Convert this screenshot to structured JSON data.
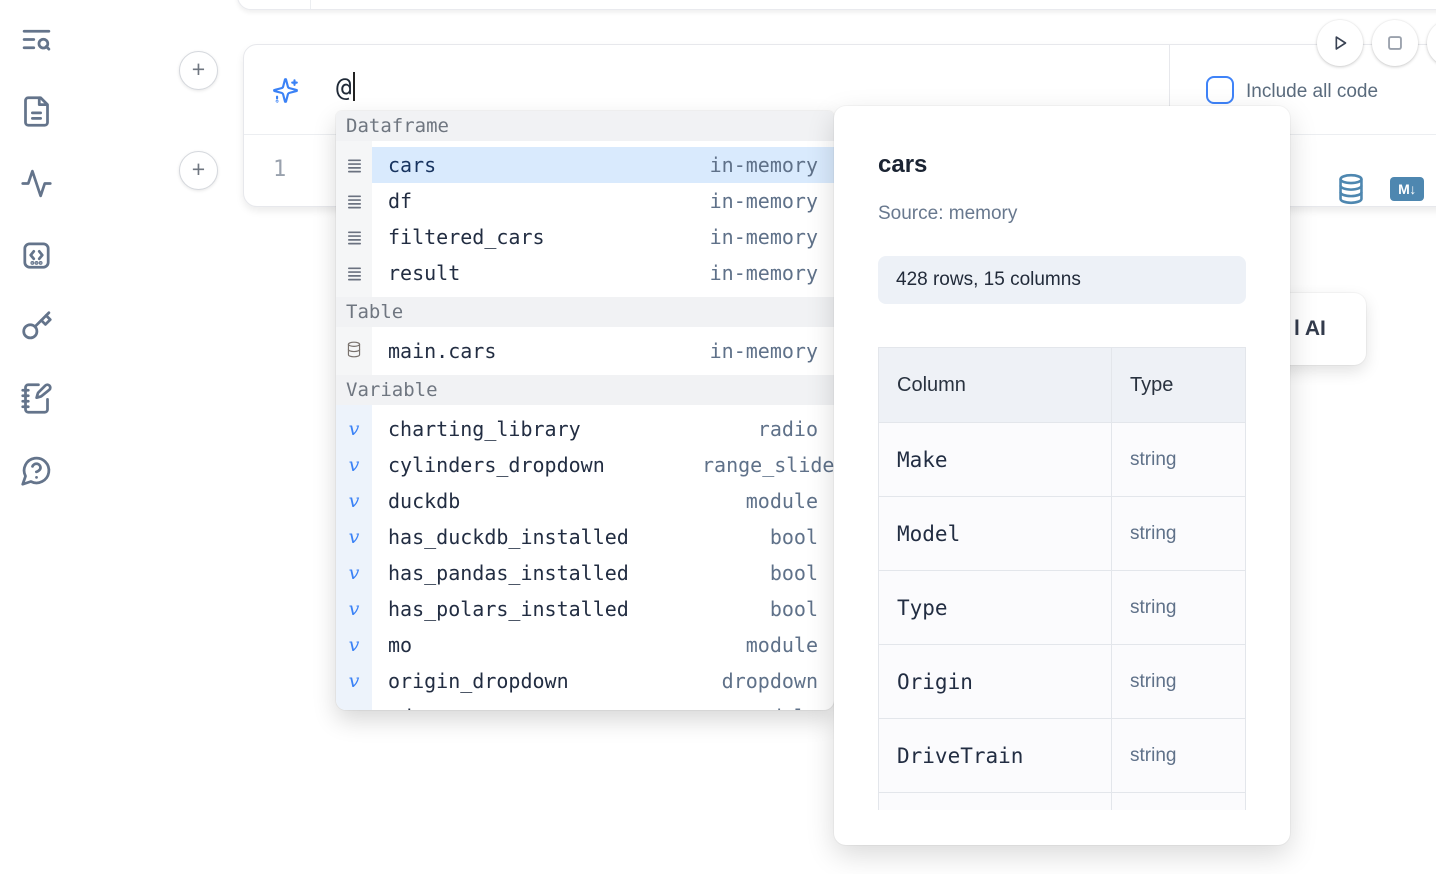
{
  "colors": {
    "accent_blue": "#3b82f6",
    "selection_blue": "#d9eafd",
    "steel_blue": "#4e87b0",
    "text_dark": "#1f2a44",
    "text_muted": "#5f7189",
    "sidebar_icon": "#64748b"
  },
  "sidebar": {
    "icons": [
      "toc-search",
      "document",
      "activity",
      "code-block",
      "key",
      "scratchpad",
      "help-chat"
    ]
  },
  "cell": {
    "add_button_label": "+",
    "prompt": {
      "value": "@",
      "checkbox_label": "Include all code",
      "checkbox_checked": false
    },
    "line_number": "1",
    "markdown_badge": "M↓"
  },
  "completion": {
    "sections": [
      {
        "label": "Dataframe",
        "icon": "dataframe-icon",
        "items": [
          {
            "name": "cars",
            "type": "in-memory",
            "selected": true
          },
          {
            "name": "df",
            "type": "in-memory",
            "selected": false
          },
          {
            "name": "filtered_cars",
            "type": "in-memory",
            "selected": false
          },
          {
            "name": "result",
            "type": "in-memory",
            "selected": false
          }
        ]
      },
      {
        "label": "Table",
        "icon": "database-icon",
        "items": [
          {
            "name": "main.cars",
            "type": "in-memory",
            "selected": false
          }
        ]
      },
      {
        "label": "Variable",
        "icon": "variable-icon",
        "items": [
          {
            "name": "charting_library",
            "type": "radio",
            "selected": false
          },
          {
            "name": "cylinders_dropdown",
            "type": "range_slider",
            "selected": false
          },
          {
            "name": "duckdb",
            "type": "module",
            "selected": false
          },
          {
            "name": "has_duckdb_installed",
            "type": "bool",
            "selected": false
          },
          {
            "name": "has_pandas_installed",
            "type": "bool",
            "selected": false
          },
          {
            "name": "has_polars_installed",
            "type": "bool",
            "selected": false
          },
          {
            "name": "mo",
            "type": "module",
            "selected": false
          },
          {
            "name": "origin_dropdown",
            "type": "dropdown",
            "selected": false
          },
          {
            "name": "pd",
            "type": "module",
            "selected": false
          }
        ]
      }
    ]
  },
  "preview": {
    "title": "cars",
    "source": "Source: memory",
    "shape": "428 rows, 15 columns",
    "table": {
      "headers": [
        "Column",
        "Type"
      ],
      "rows": [
        [
          "Make",
          "string"
        ],
        [
          "Model",
          "string"
        ],
        [
          "Type",
          "string"
        ],
        [
          "Origin",
          "string"
        ],
        [
          "DriveTrain",
          "string"
        ],
        [
          "",
          ""
        ]
      ]
    }
  },
  "ai_button": {
    "visible_label": "l AI"
  }
}
